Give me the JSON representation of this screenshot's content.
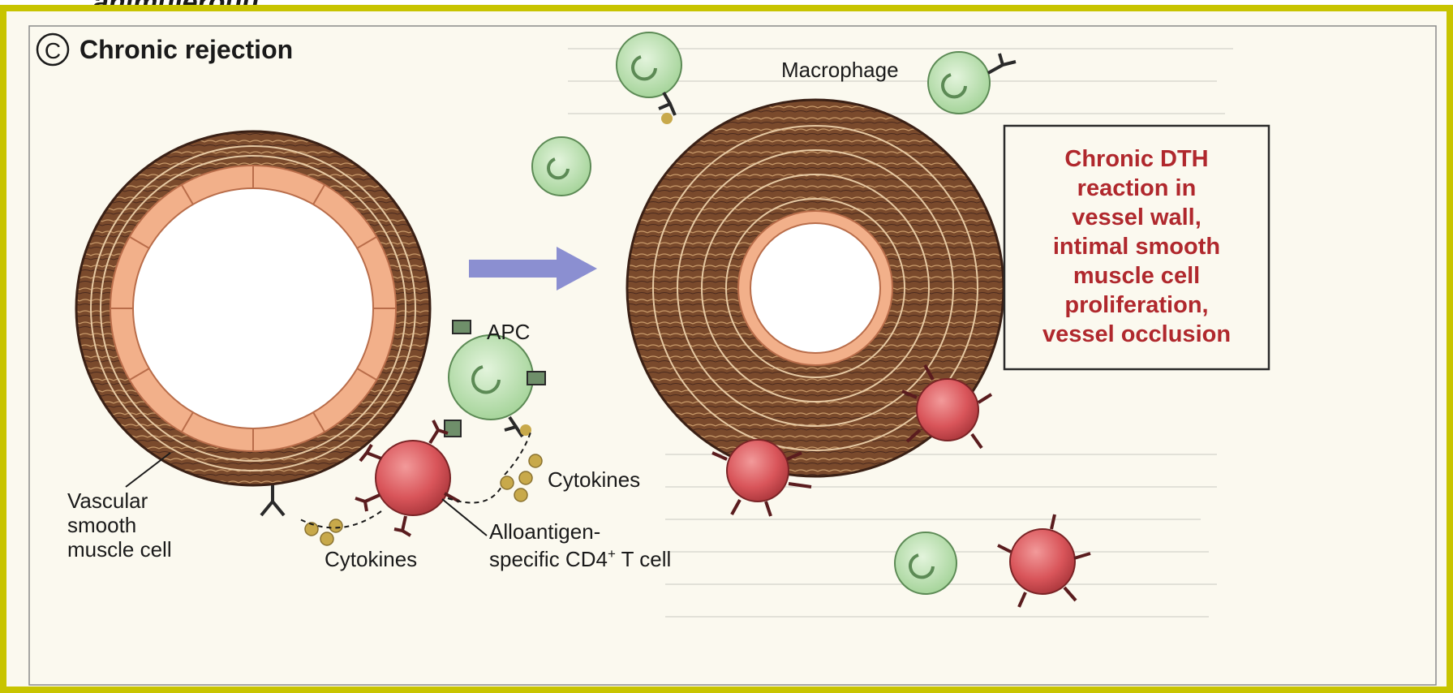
{
  "heading_fragment": "animulerouu",
  "panel": {
    "letter": "C",
    "title": "Chronic rejection"
  },
  "labels": {
    "macrophage": "Macrophage",
    "apc": "APC",
    "cytokines_right": "Cytokines",
    "cytokines_left": "Cytokines",
    "vsmc_line1": "Vascular",
    "vsmc_line2": "smooth",
    "vsmc_line3": "muscle cell",
    "tcell_line1": "Alloantigen-",
    "tcell_line2": "specific CD4",
    "tcell_sup": "+",
    "tcell_line3": " T cell"
  },
  "callout": {
    "lines": [
      "Chronic DTH",
      "reaction in",
      "vessel wall,",
      "intimal smooth",
      "muscle cell",
      "proliferation,",
      "vessel occlusion"
    ]
  },
  "colors": {
    "frame_border": "#c8c400",
    "panel_bg": "#fbf9ef",
    "vessel_wall": "#7a4a2c",
    "endothelium": "#f2b08a",
    "macrophage": "#bfe3b4",
    "tcell": "#d9555a",
    "arrow": "#8b8fd1",
    "callout_text": "#b0282d"
  },
  "icons": {
    "tcell": "tcell-icon",
    "macrophage": "macrophage-icon",
    "apc": "apc-icon",
    "receptor": "receptor-icon",
    "cytokine": "cytokine-dot-icon",
    "arrow": "right-arrow-icon"
  }
}
